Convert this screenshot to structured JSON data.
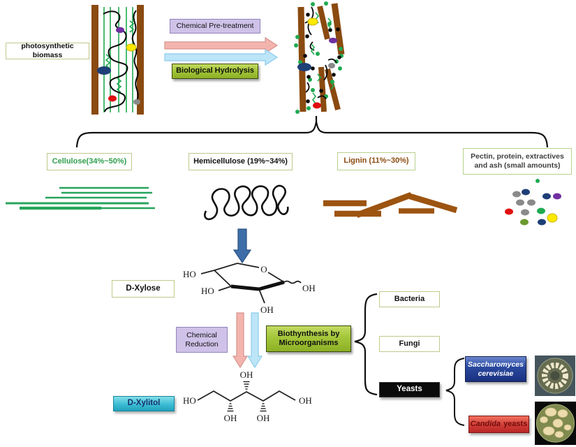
{
  "process": {
    "source_label": "photosynthetic biomass",
    "pretreatment_label": "Chemical Pre-treatment",
    "hydrolysis_label": "Biological Hydrolysis"
  },
  "components": {
    "cellulose": "Cellulose(34%~50%)",
    "hemicellulose": "Hemicellulose (19%~34%)",
    "lignin": "Lignin (11%~30%)",
    "pectin_line1": "Pectin, protein, extractives",
    "pectin_line2": "and ash (small amounts)"
  },
  "pathway": {
    "xylose_label": "D-Xylose",
    "chemical_reduction_line1": "Chemical",
    "chemical_reduction_line2": "Reduction",
    "biosynthesis_line1": "Biothynthesis by",
    "biosynthesis_line2": "Microorganisms",
    "xylitol_label": "D-Xylitol"
  },
  "microorganisms": {
    "bacteria": "Bacteria",
    "fungi": "Fungi",
    "yeasts": "Yeasts",
    "saccharomyces_line1": "Saccharomyces",
    "saccharomyces_line2": "cerevisiae",
    "candida_name": "Candida",
    "candida_suffix": "yeasts"
  },
  "molecule_labels": {
    "ho": "HO",
    "oh": "OH",
    "o": "O"
  },
  "illustrations": {
    "intact_biomass": "plant-cell-wall-intact",
    "treated_biomass": "plant-cell-wall-degraded",
    "cellulose_drawing": "green-fiber-lines",
    "hemicellulose_drawing": "black-polymer-scribble",
    "lignin_drawing": "brown-bars",
    "pectin_drawing": "scattered-colored-dots",
    "xylose_molecule": "d-xylose-pyranose-ring",
    "xylitol_molecule": "d-xylitol-open-chain",
    "petri_dish_top": "saccharomyces-cerevisiae-plate",
    "petri_dish_bottom": "candida-yeasts-plate"
  },
  "colors": {
    "cellulose_text": "#2f9e4e",
    "lignin_text": "#8c4a10",
    "pectin_text": "#3f3f3f",
    "pretreatment_fill": "#cfc2e8",
    "hydrolysis_fill": "#a4c639",
    "pink_arrow": "#f4b4ae",
    "blue_arrow": "#bde5f8",
    "down_arrow_blue": "#3e6ea9",
    "xylitol_fill": "#3cbcd4",
    "saccharomyces_fill": "#2a4aa0",
    "candida_fill": "#d23c36",
    "yeasts_fill": "#0b0b0b",
    "biomass_bar_brown": "#8a4a10",
    "cellulose_green": "#27a45c"
  }
}
